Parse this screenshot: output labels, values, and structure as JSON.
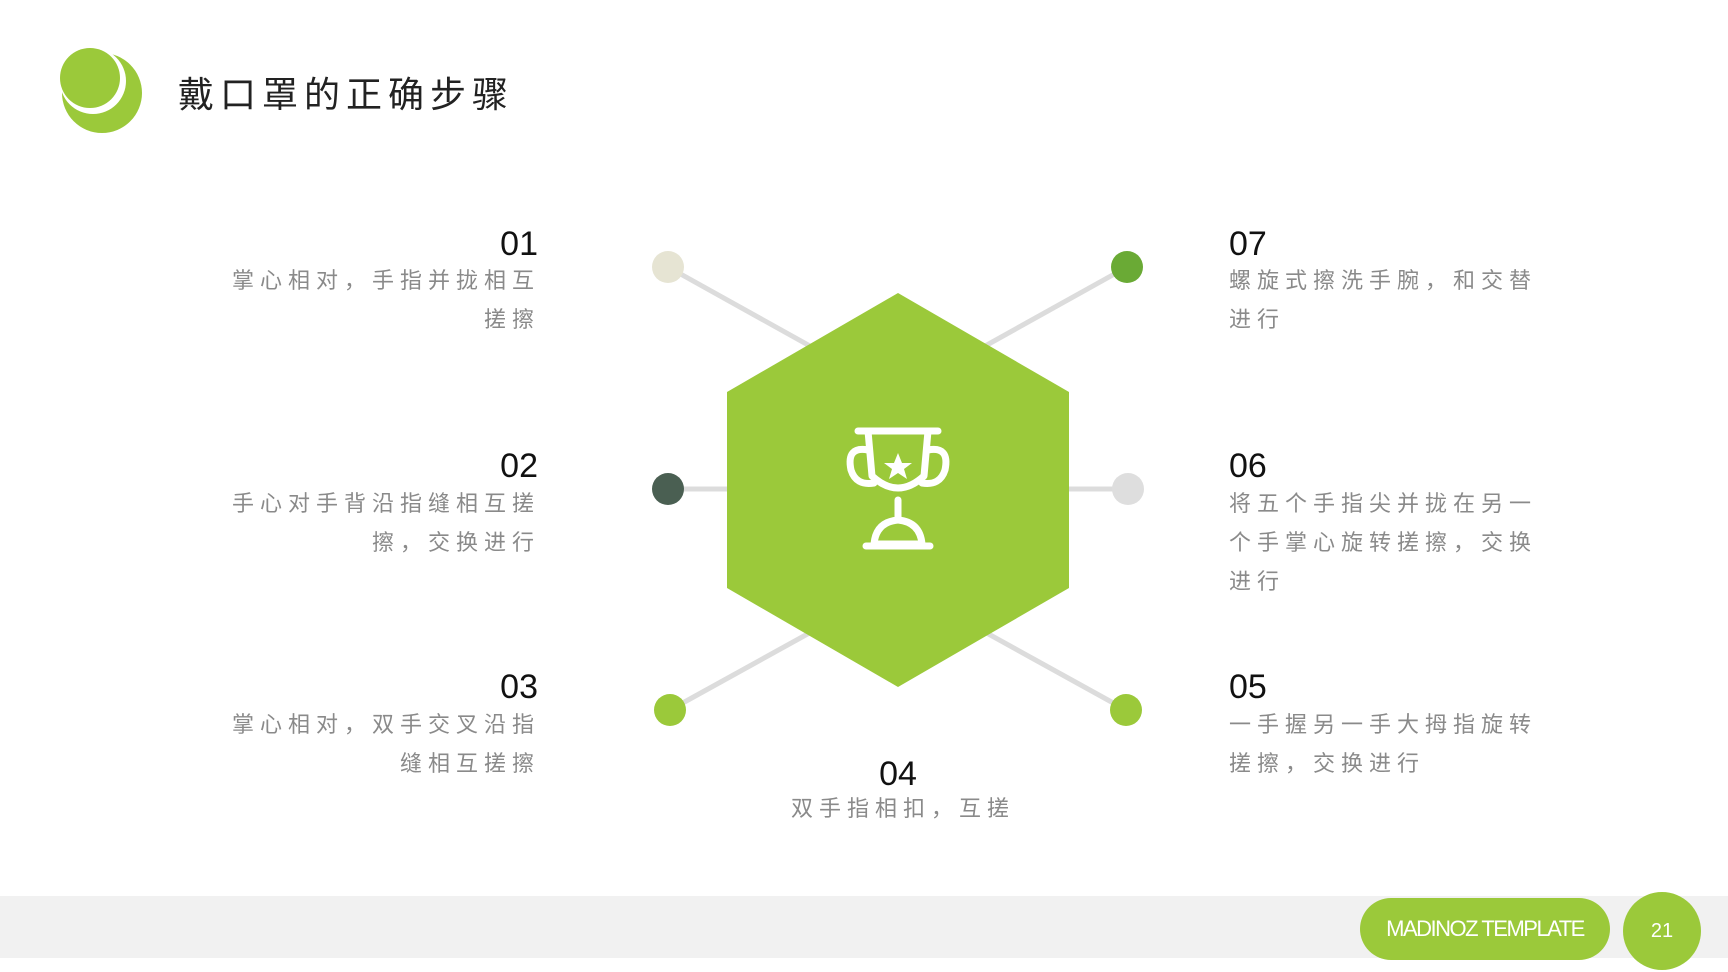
{
  "page": {
    "title": "戴口罩的正确步骤",
    "page_number": "21"
  },
  "footer": {
    "brand": "MADINOZ TEMPLATE"
  },
  "colors": {
    "accent": "#9bc93a",
    "connector": "#dcdcdc",
    "beige_dot": "#e6e4d3",
    "dark_dot": "#4a5f52",
    "grey_dot": "#dedede",
    "mid_green_dot": "#6aaa35"
  },
  "center_icon": "trophy-icon",
  "steps": [
    {
      "number": "01",
      "text": "掌心相对，手指并拢相互搓擦"
    },
    {
      "number": "02",
      "text": "手心对手背沿指缝相互搓擦，交换进行"
    },
    {
      "number": "03",
      "text": "掌心相对，双手交叉沿指缝相互搓擦"
    },
    {
      "number": "04",
      "text": "双手指相扣，互搓"
    },
    {
      "number": "05",
      "text": "一手握另一手大拇指旋转搓擦，交换进行"
    },
    {
      "number": "06",
      "text": "将五个手指尖并拢在另一个手掌心旋转搓擦，交换进行"
    },
    {
      "number": "07",
      "text": "螺旋式擦洗手腕，和交替进行"
    }
  ]
}
